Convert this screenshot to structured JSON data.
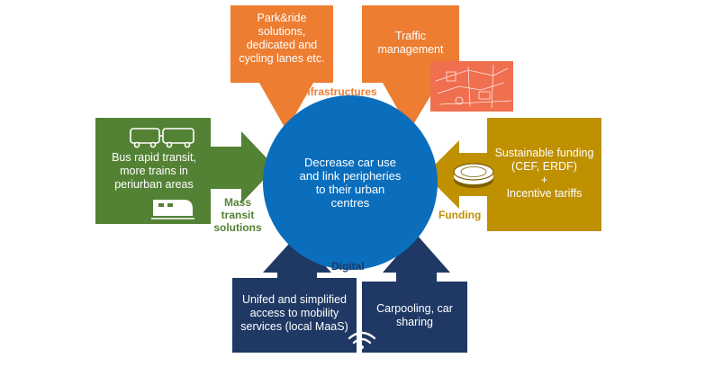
{
  "center": {
    "text": "Decrease car use\nand link peripheries\nto their urban\ncentres",
    "color": "#0a6ebd"
  },
  "infrastructures": {
    "label": "Infrastructures",
    "color": "#ed7d31",
    "label_color": "#ed7d31",
    "box_left": "Park&ride\nsolutions,\ndedicated and\ncycling lanes etc.",
    "box_right": "Traffic\nmanagement"
  },
  "mass_transit": {
    "label": "Mass\ntransit\nsolutions",
    "color": "#548235",
    "label_color": "#548235",
    "box": "Bus rapid transit,\nmore trains in\nperiurban areas"
  },
  "funding": {
    "label": "Funding",
    "color": "#bf9000",
    "label_color": "#bf9000",
    "box_line1": "Sustainable funding\n(CEF, ERDF)",
    "box_plus": "+",
    "box_line2": "Incentive tariffs"
  },
  "digital": {
    "label": "Digital",
    "color": "#1f3864",
    "label_color": "#1f3864",
    "box_left": "Unifed and simplified\naccess to mobility\nservices (local MaaS)",
    "box_right": "Carpooling, car\nsharing"
  },
  "icons": [
    "bus-icon",
    "train-icon",
    "city-map-icon",
    "euro-coin-icon",
    "wifi-icon"
  ]
}
